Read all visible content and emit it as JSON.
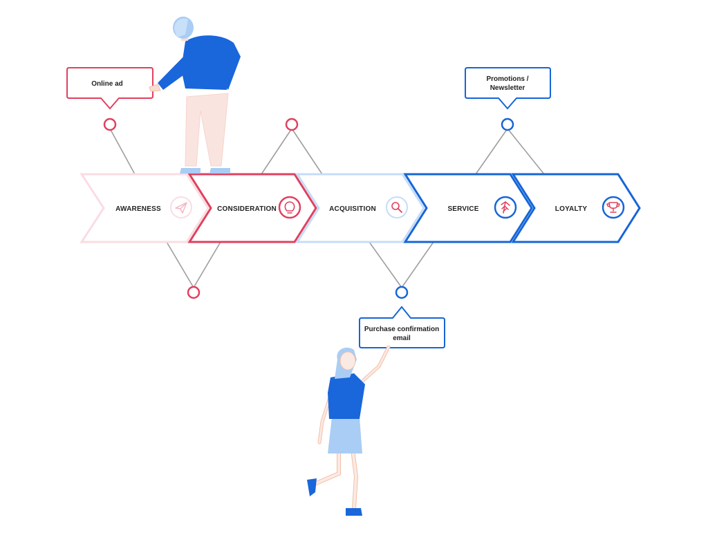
{
  "stages": [
    {
      "id": "awareness",
      "label": "AWARENESS",
      "icon": "paper-plane-icon",
      "state": "faded-red"
    },
    {
      "id": "consideration",
      "label": "CONSIDERATION",
      "icon": "lightbulb-icon",
      "state": "red"
    },
    {
      "id": "acquisition",
      "label": "ACQUISITION",
      "icon": "magnifier-icon",
      "state": "faded-blue"
    },
    {
      "id": "service",
      "label": "SERVICE",
      "icon": "handshake-icon",
      "state": "blue"
    },
    {
      "id": "loyalty",
      "label": "LOYALTY",
      "icon": "trophy-icon",
      "state": "blue"
    }
  ],
  "callouts": {
    "online_ad": "Online ad",
    "promotions_line1": "Promotions /",
    "promotions_line2": "Newsletter",
    "purchase_line1": "Purchase confirmation",
    "purchase_line2": "email"
  },
  "colors": {
    "red": "#e0405e",
    "red_faded": "#f9dde2",
    "blue": "#1565d8",
    "blue_faded": "#c5dcf8",
    "connector": "#9e9e9e",
    "figure_blue": "#1a66db",
    "figure_light_blue": "#a9cdf4",
    "figure_skin": "#f7ddd6",
    "figure_outline": "#f2c0a6"
  }
}
